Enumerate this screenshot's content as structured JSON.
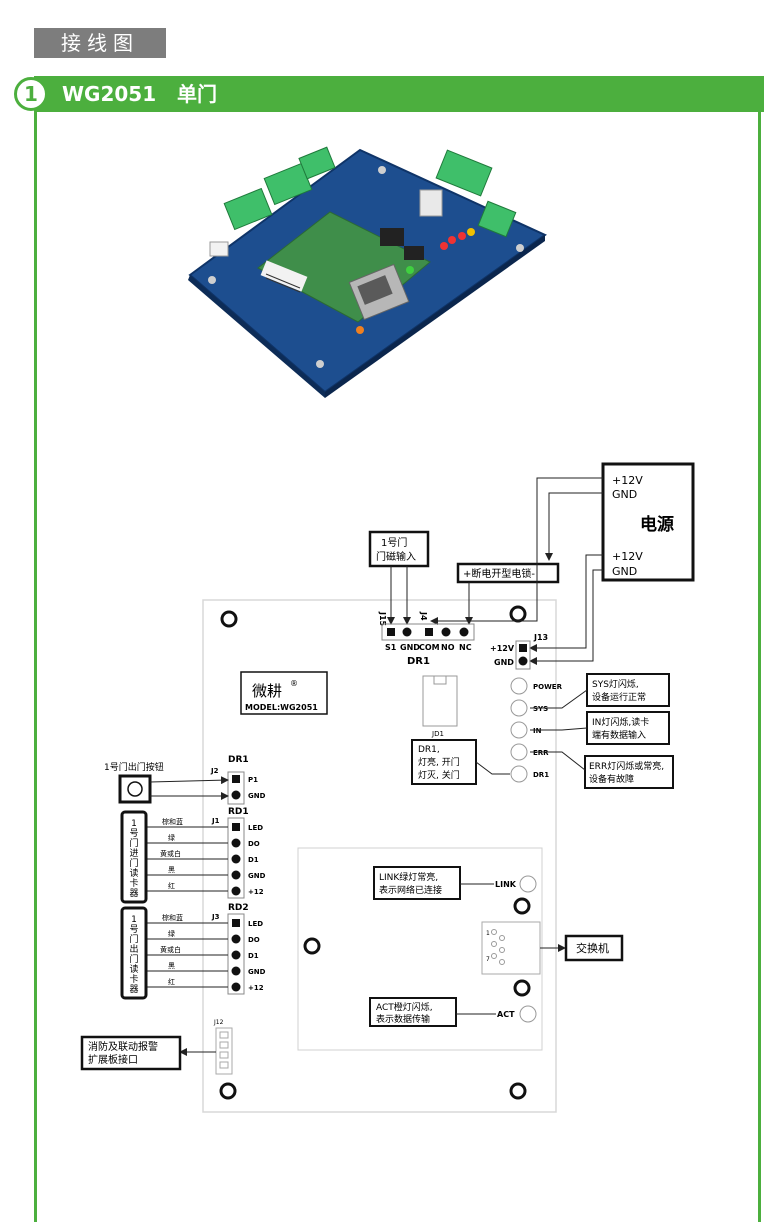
{
  "header": {
    "title": "接线图"
  },
  "section": {
    "number": "1",
    "title": "WG2051   单门"
  },
  "diagram": {
    "power": {
      "title": "电源",
      "v12_top": "+12V",
      "gnd_top": "GND",
      "v12_bot": "+12V",
      "gnd_bot": "GND"
    },
    "door_sensor": {
      "line1": "1号门",
      "line2": "门磁输入"
    },
    "lock_box": "+断电开型电锁-",
    "j15": "J15",
    "j4": "J4",
    "j13": "J13",
    "dr1_pins": [
      "S1",
      "GND",
      "COM",
      "NO",
      "NC"
    ],
    "dr1_label": "DR1",
    "j13_pins": [
      "+12V",
      "GND"
    ],
    "brand": "微耕",
    "model": "MODEL:WG2051",
    "leds": [
      "POWER",
      "SYS",
      "IN",
      "ERR",
      "DR1"
    ],
    "jd1": "JD1",
    "sys_note": {
      "line1": "SYS灯闪烁,",
      "line2": "设备运行正常"
    },
    "in_note": {
      "line1": "IN灯闪烁,读卡",
      "line2": "端有数据输入"
    },
    "err_note": {
      "line1": "ERR灯闪烁或常亮,",
      "line2": "设备有故障"
    },
    "dr1_note": {
      "line1": "DR1,",
      "line2": "灯亮, 开门",
      "line3": "灯灭, 关门"
    },
    "exit_button_label": "1号门出门按钮",
    "j2": {
      "name": "J2",
      "group": "DR1",
      "pins": [
        "P1",
        "GND"
      ]
    },
    "j1": {
      "name": "J1",
      "group": "RD1",
      "pins": [
        "LED",
        "DO",
        "D1",
        "GND",
        "+12"
      ]
    },
    "j3": {
      "name": "J3",
      "group": "RD2",
      "pins": [
        "LED",
        "DO",
        "D1",
        "GND",
        "+12"
      ]
    },
    "wire_colors": [
      "棕和蓝",
      "绿",
      "黄或白",
      "黑",
      "红"
    ],
    "reader_in": [
      "1",
      "号",
      "门",
      "进",
      "门",
      "读",
      "卡",
      "器"
    ],
    "reader_out": [
      "1",
      "号",
      "门",
      "出",
      "门",
      "读",
      "卡",
      "器"
    ],
    "link_note": {
      "line1": "LINK绿灯常亮,",
      "line2": "表示网络已连接"
    },
    "link_label": "LINK",
    "act_note": {
      "line1": "ACT橙灯闪烁,",
      "line2": "表示数据传输"
    },
    "act_label": "ACT",
    "switch_label": "交换机",
    "rj45_pins": [
      "1",
      "7"
    ],
    "j12": "J12",
    "fire_note": {
      "line1": "消防及联动报警",
      "line2": "扩展板接口"
    }
  }
}
